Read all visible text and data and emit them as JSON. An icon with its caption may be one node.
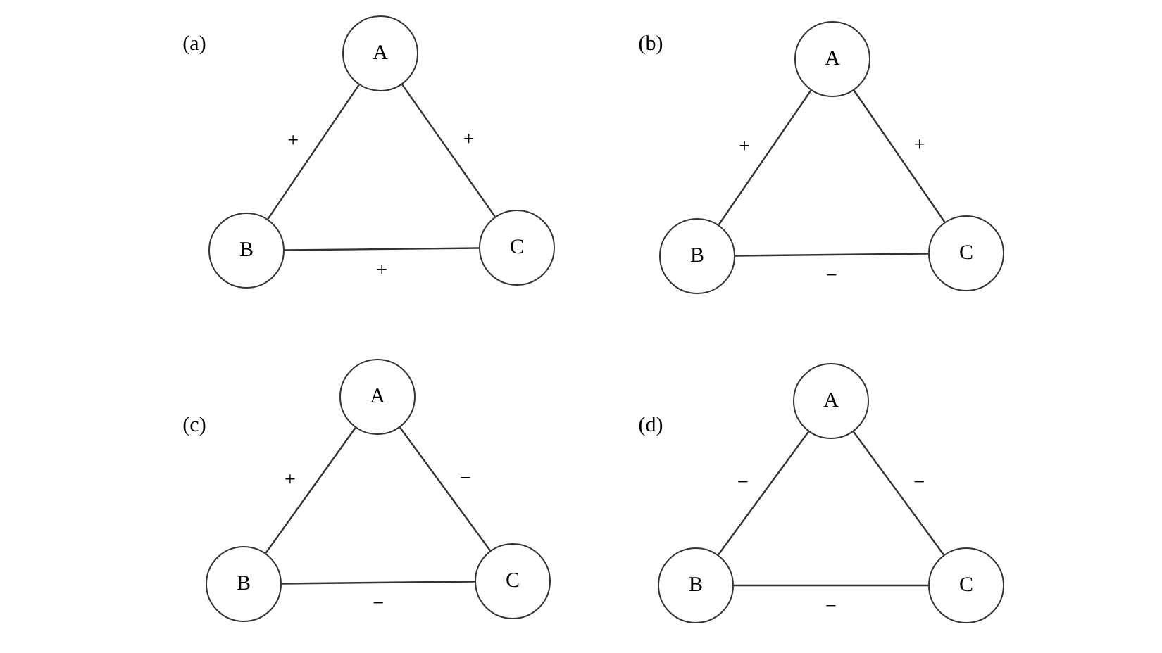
{
  "diagram": {
    "nodes": [
      {
        "text": [
          "A"
        ]
      },
      {
        "text": [
          "B"
        ]
      },
      {
        "text": [
          "C"
        ]
      },
      {
        "text": [
          "A"
        ]
      },
      {
        "text": [
          "B"
        ]
      },
      {
        "text": [
          "C"
        ]
      },
      {
        "text": [
          "A"
        ]
      },
      {
        "text": [
          "B"
        ]
      },
      {
        "text": [
          "C"
        ]
      },
      {
        "text": [
          "A"
        ]
      },
      {
        "text": [
          "B"
        ]
      },
      {
        "text": [
          "C"
        ]
      }
    ],
    "edges": [
      {
        "from": 0,
        "to": 1,
        "arrow": "none",
        "label": "+"
      },
      {
        "from": 0,
        "to": 2,
        "arrow": "none",
        "label": "+"
      },
      {
        "from": 1,
        "to": 2,
        "arrow": "none",
        "label": "+"
      },
      {
        "from": 3,
        "to": 4,
        "arrow": "none",
        "label": "+"
      },
      {
        "from": 3,
        "to": 5,
        "arrow": "none",
        "label": "+"
      },
      {
        "from": 4,
        "to": 5,
        "arrow": "none",
        "label": "−"
      },
      {
        "from": 6,
        "to": 7,
        "arrow": "none",
        "label": "+"
      },
      {
        "from": 6,
        "to": 8,
        "arrow": "none",
        "label": "−"
      },
      {
        "from": 7,
        "to": 8,
        "arrow": "none",
        "label": "−"
      },
      {
        "from": 9,
        "to": 10,
        "arrow": "none",
        "label": "−"
      },
      {
        "from": 9,
        "to": 11,
        "arrow": "none",
        "label": "−"
      },
      {
        "from": 10,
        "to": 11,
        "arrow": "none",
        "label": "−"
      }
    ],
    "labels": [
      "(a)",
      "(b)",
      "(c)",
      "(d)"
    ]
  }
}
